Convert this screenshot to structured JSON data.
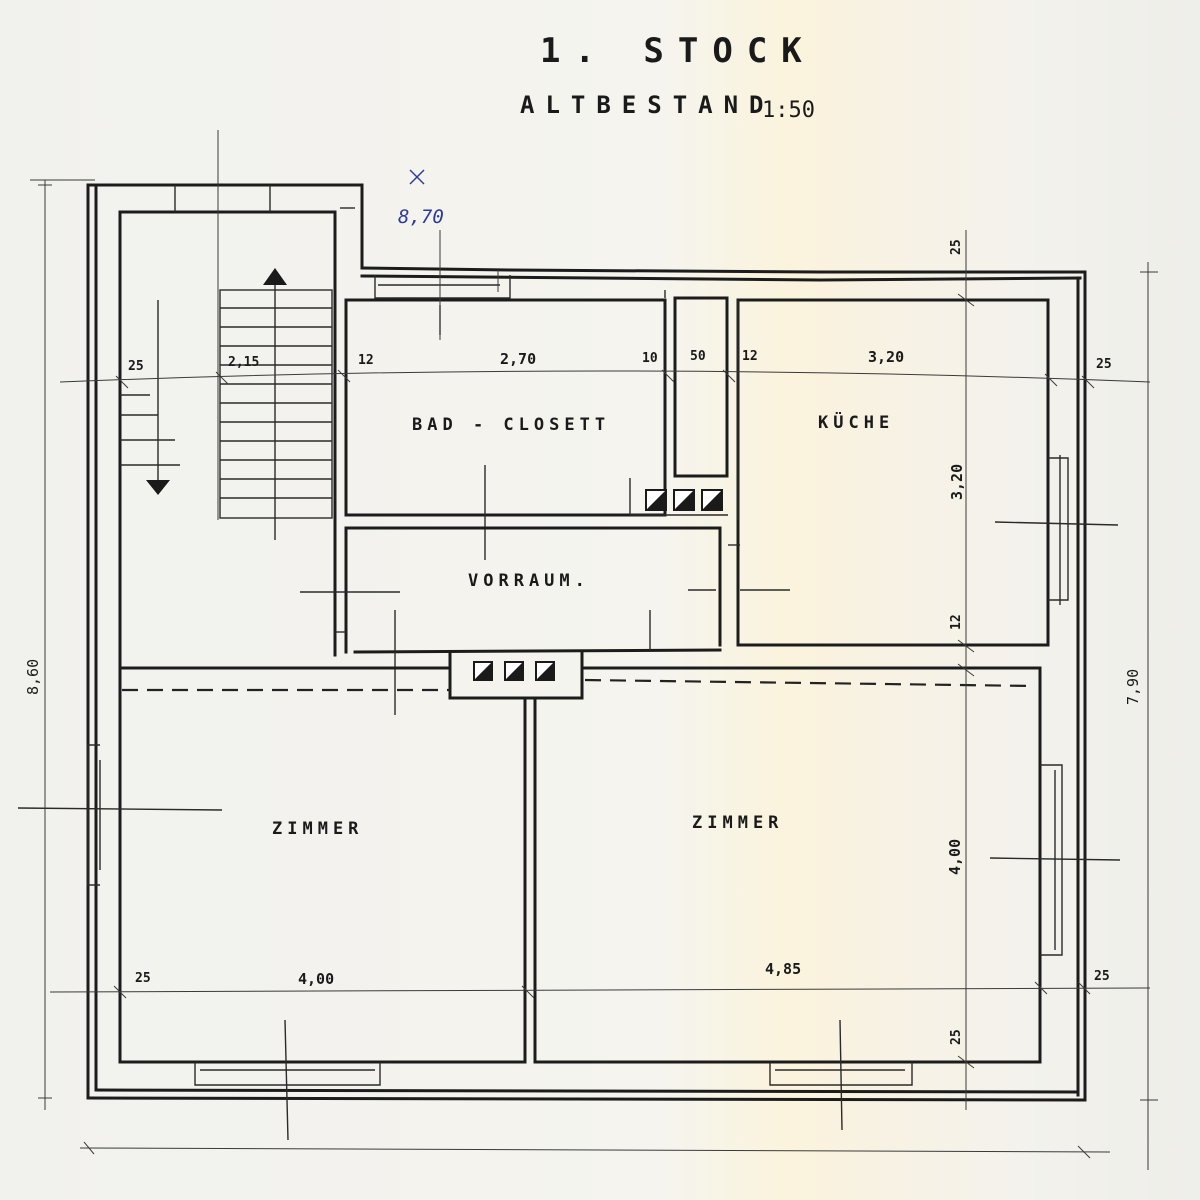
{
  "title": "1. STOCK",
  "subtitle": "ALTBESTAND",
  "scale": "1:50",
  "note_handwritten": "8,70",
  "rooms": {
    "bath": "BAD - CLOSETT",
    "anteroom": "VORRAUM.",
    "kitchen": "KÜCHE",
    "room_left": "ZIMMER",
    "room_right": "ZIMMER"
  },
  "dimensions": {
    "stair_wall": "25",
    "stair_width": "2,15",
    "wall_12_a": "12",
    "bath_width": "2,70",
    "wall_10": "10",
    "shaft_50": "50",
    "wall_12_b": "12",
    "kitchen_width": "3,20",
    "outer_right_top": "25",
    "top_wall": "25",
    "kitchen_depth": "3,20",
    "wall_12_c": "12",
    "room_depth": "4,00",
    "bottom_wall": "25",
    "outer_right_bottom": "25",
    "left_wall_bottom": "25",
    "room_left_width": "4,00",
    "room_right_width": "4,85",
    "total_left": "8,60",
    "total_right": "7,90"
  }
}
